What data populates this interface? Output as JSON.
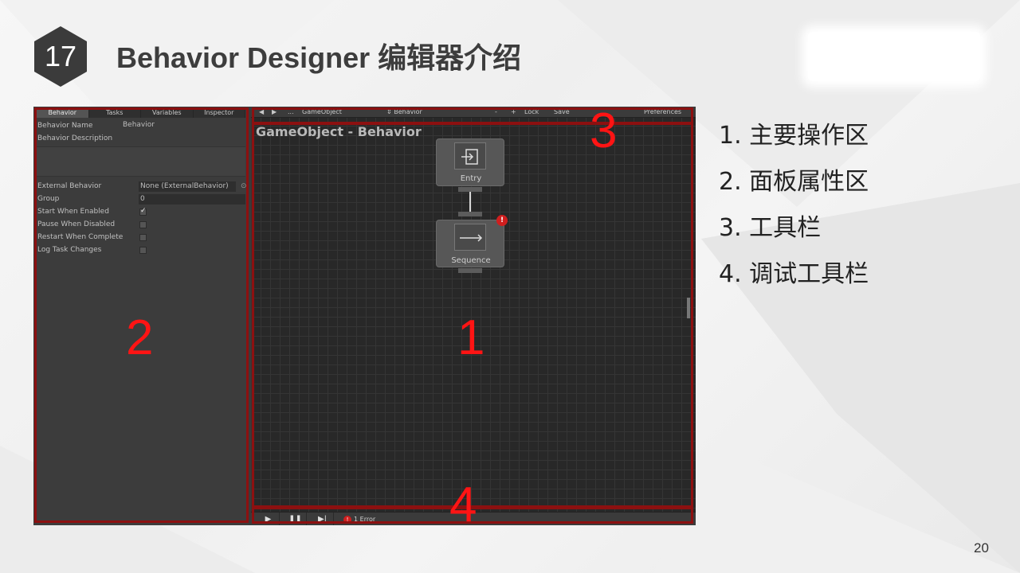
{
  "slide": {
    "section_number": "17",
    "title": "Behavior Designer 编辑器介绍",
    "page_number": "20"
  },
  "editor": {
    "left_tabs": [
      "Behavior",
      "Tasks",
      "Variables",
      "Inspector"
    ],
    "active_tab": "Behavior",
    "props": {
      "behavior_name_label": "Behavior Name",
      "behavior_name_value": "Behavior",
      "behavior_description_label": "Behavior Description",
      "external_behavior_label": "External Behavior",
      "external_behavior_value": "None (ExternalBehavior)",
      "group_label": "Group",
      "group_value": "0",
      "start_when_enabled_label": "Start When Enabled",
      "start_when_enabled": true,
      "pause_when_disabled_label": "Pause When Disabled",
      "pause_when_disabled": false,
      "restart_when_complete_label": "Restart When Complete",
      "restart_when_complete": false,
      "log_task_changes_label": "Log Task Changes",
      "log_task_changes": false
    },
    "toolbar": {
      "back": "◀",
      "forward": "▶",
      "ellipsis": "...",
      "gameobject": "GameObject",
      "behavior_select": "⇕ Behavior",
      "minus": "-",
      "plus": "+",
      "lock": "Lock",
      "save": "Save",
      "preferences": "Preferences"
    },
    "graph_title": "GameObject - Behavior",
    "nodes": {
      "entry_label": "Entry",
      "sequence_label": "Sequence",
      "error_mark": "!"
    },
    "debug": {
      "play": "▶",
      "pause": "❚❚",
      "step": "▶|",
      "error_mark": "!",
      "error_text": "1 Error"
    }
  },
  "regions": [
    "1",
    "2",
    "3",
    "4"
  ],
  "notes": [
    "1. 主要操作区",
    "2. 面板属性区",
    "3. 工具栏",
    "4. 调试工具栏"
  ],
  "colors": {
    "badge": "#3b3b3b",
    "title": "#3d3d3d",
    "region_outline": "#8c1010",
    "region_number": "#ff1414",
    "error": "#d01e1e"
  }
}
